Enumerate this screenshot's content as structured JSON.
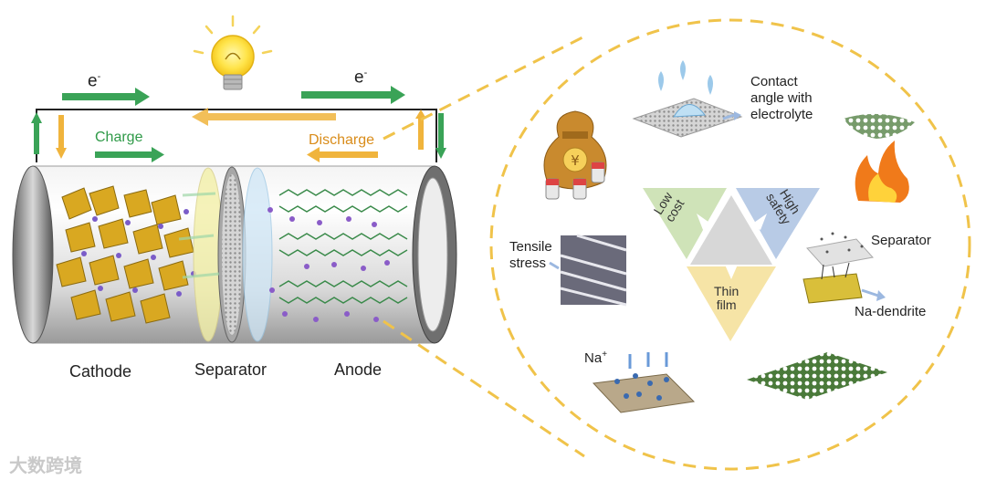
{
  "labels": {
    "electron_left": "e",
    "electron_right": "e",
    "electron_sup": "-",
    "charge": "Charge",
    "discharge": "Discharge",
    "cathode": "Cathode",
    "separator": "Separator",
    "anode": "Anode"
  },
  "properties": {
    "contact_angle": "Contact\nangle with\nelectrolyte",
    "tensile_stress": "Tensile\nstress",
    "separator": "Separator",
    "na_dendrite": "Na-dendrite",
    "na_ion": "Na",
    "na_ion_sup": "+"
  },
  "triangle": {
    "low_cost": "Low\ncost",
    "high_safety": "High\nsafety",
    "thin_film": "Thin\nfilm"
  },
  "watermark": "大数跨境",
  "colors": {
    "green": "#3aa357",
    "orange": "#f0b43c",
    "gold": "#d9a821",
    "dash": "#f0c34a",
    "tri_green": "#cfe3b8",
    "tri_blue": "#b8cbe6",
    "tri_yellow": "#f6e4a6",
    "tri_center": "#d7d7d7"
  }
}
